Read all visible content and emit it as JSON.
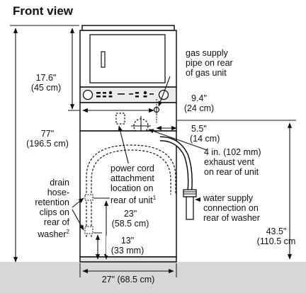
{
  "title": "Front view",
  "labels": {
    "upper_height_in": "17.6\"",
    "upper_height_cm": "(45 cm)",
    "total_height_in": "77\"",
    "total_height_cm": "(196.5 cm)",
    "gas_line1": "gas supply",
    "gas_line2": "pipe on rear",
    "gas_line3": "of gas unit",
    "gas_offset_in": "9.4\"",
    "gas_offset_cm": "(24 cm)",
    "vent_offset_in": "5.5\"",
    "vent_offset_cm": "(14 cm)",
    "vent_line1": "4 in. (102 mm)",
    "vent_line2": "exhaust vent",
    "vent_line3": "on rear of unit",
    "cord_line1": "power cord",
    "cord_line2": "attachment",
    "cord_line3": "location on",
    "cord_line4": "rear of unit",
    "cord_sup": "1",
    "drain_line1": "drain",
    "drain_line2": "hose-",
    "drain_line3": "retention",
    "drain_line4": "clips on",
    "drain_line5": "rear of",
    "drain_line6": "washer",
    "drain_sup": "2",
    "water_line1": "water supply",
    "water_line2": "connection on",
    "water_line3": "rear of washer",
    "dim23_in": "23\"",
    "dim23_cm": "(58.5 cm)",
    "dim13_in": "13\"",
    "dim13_cm": "(33 mm)",
    "right_height_in": "43.5\"",
    "right_height_cm": "(110.5 cm",
    "width": "27\" (68.5 cm)"
  }
}
